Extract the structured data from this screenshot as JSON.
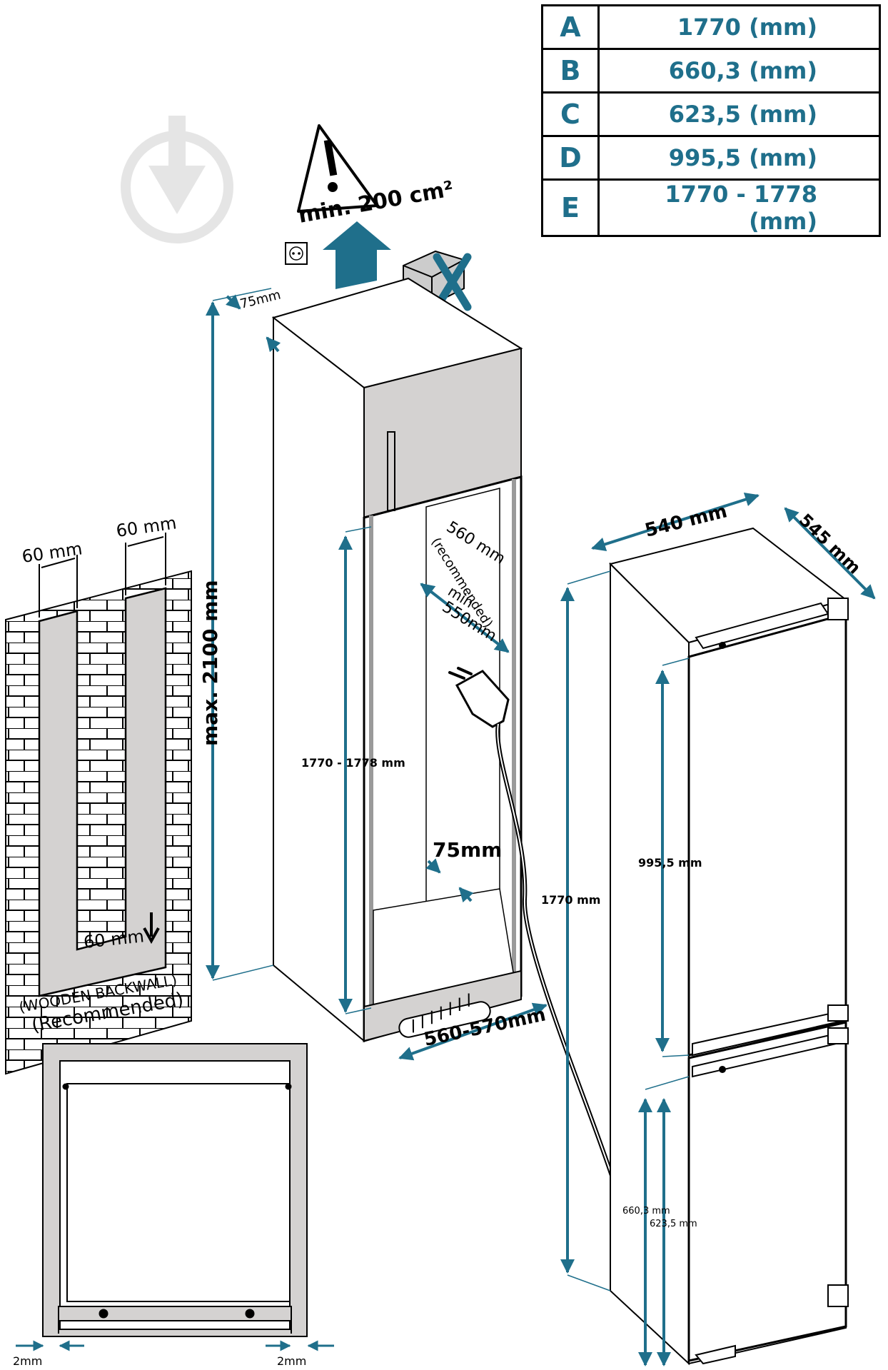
{
  "table": [
    {
      "letter": "A",
      "value": "1770 (mm)"
    },
    {
      "letter": "B",
      "value": "660,3 (mm)"
    },
    {
      "letter": "C",
      "value": "623,5 (mm)"
    },
    {
      "letter": "D",
      "value": "995,5 (mm)"
    },
    {
      "letter": "E",
      "value": "1770 - 1778 (mm)"
    }
  ],
  "labels": {
    "ventilation": "min. 200 cm²",
    "gap_top": "75mm",
    "max_height": "max. 2100 mm",
    "backwall_w1": "60 mm",
    "backwall_w2": "60 mm",
    "backwall_bottom": "60 mm",
    "backwall_note1": "(WOODEN BACKWALL)",
    "backwall_note2": "(Recommended)",
    "depth_rec1": "560 mm",
    "depth_rec2": "(recommended)",
    "depth_min1": "min",
    "depth_min2": "550mm",
    "niche_height": "1770 - 1778   mm",
    "gap_bottom": "75mm",
    "niche_width": "560-570mm",
    "fridge_width": "540 mm",
    "fridge_depth": "545 mm",
    "fridge_height": "1770   mm",
    "upper_door": "995,5   mm",
    "lower_door1": "660,3   mm",
    "lower_door2": "623,5   mm",
    "gap_left": "2mm",
    "gap_right": "2mm"
  },
  "colors": {
    "accent": "#1f6f8b",
    "panel": "#d4d2d1",
    "line": "#000000"
  }
}
